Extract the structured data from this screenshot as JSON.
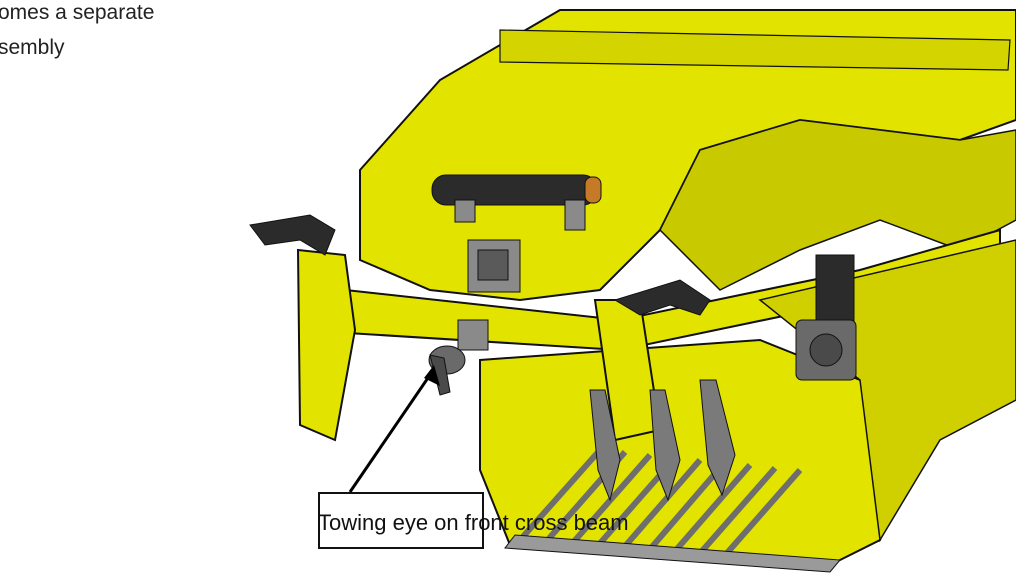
{
  "corner_note": {
    "line1": "omes a separate",
    "line2": "sembly"
  },
  "callout": {
    "label": "Towing eye on front cross beam"
  },
  "colors": {
    "body_yellow": "#e3e300",
    "body_shade": "#b9b900",
    "dark": "#2b2b2b",
    "grey": "#7a7a7a",
    "outline": "#111111"
  }
}
